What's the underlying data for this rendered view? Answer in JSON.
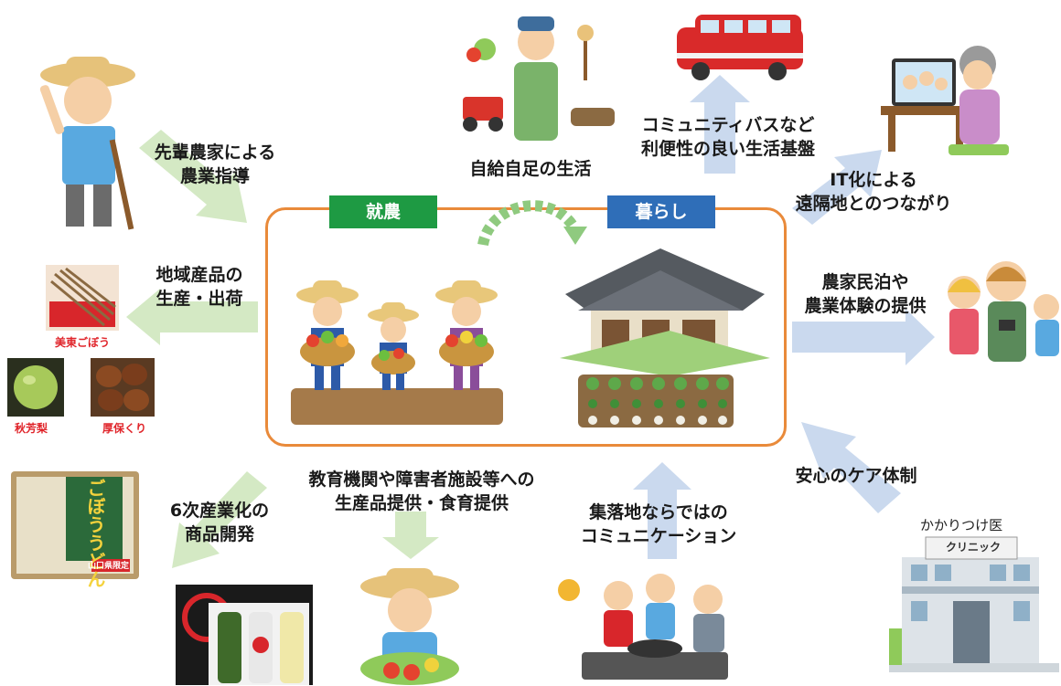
{
  "center": {
    "tag_farming": "就農",
    "tag_living": "暮らし"
  },
  "labels": {
    "guidance": [
      "先輩農家による",
      "農業指導"
    ],
    "self_sufficiency": "自給自足の生活",
    "bus": [
      "コミュニティバスなど",
      "利便性の良い生活基盤"
    ],
    "it": [
      "IT化による",
      "遠隔地とのつながり"
    ],
    "local_products": [
      "地域産品の",
      "生産・出荷"
    ],
    "farm_stay": [
      "農家民泊や",
      "農業体験の提供"
    ],
    "care": "安心のケア体制",
    "education": [
      "教育機関や障害者施設等への",
      "生産品提供・食育提供"
    ],
    "community": [
      "集落地ならではの",
      "コミュニケーション"
    ],
    "sixth_industry": [
      "6次産業化の",
      "商品開発"
    ]
  },
  "products": {
    "burdock": "美東ごぼう",
    "pear": "秋芳梨",
    "chestnut": "厚保くり"
  },
  "noodle_pkg": {
    "title": "ごぼううどん",
    "badge": "山口県限定"
  },
  "clinic": {
    "caption": "かかりつけ医",
    "sign": "クリニック"
  },
  "colors": {
    "frame": "#e98a3a",
    "tag_farming": "#1e9a43",
    "tag_living": "#2f6eb8",
    "arrow_green": "#d4e9c4",
    "arrow_blue": "#cad9ee"
  }
}
